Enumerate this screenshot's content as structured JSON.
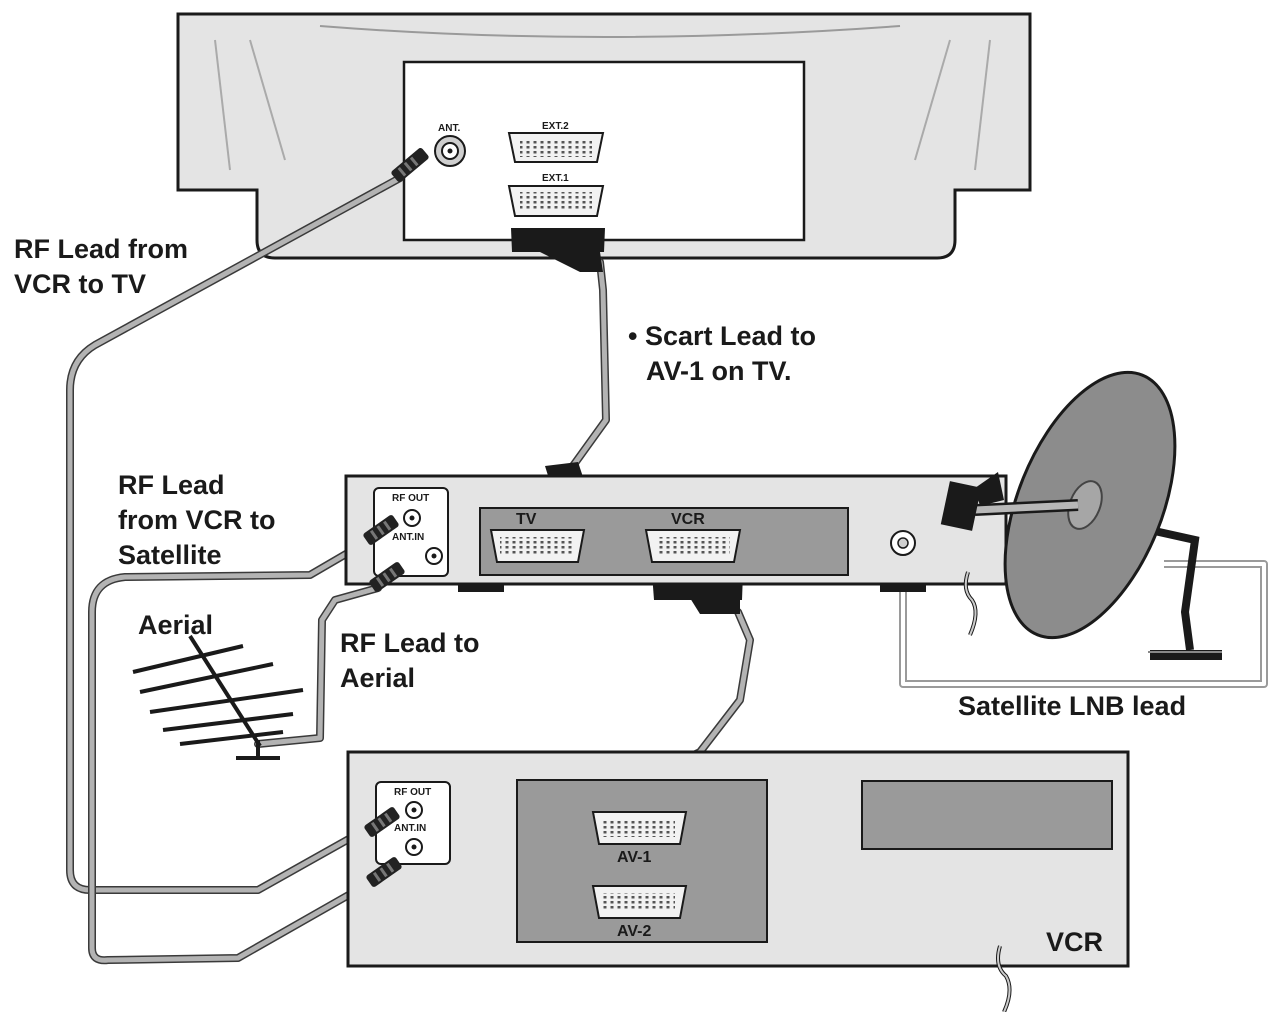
{
  "labels": {
    "rf_vcr_tv_line1": "RF Lead from",
    "rf_vcr_tv_line2": "VCR to TV",
    "scart_line1": "• Scart Lead to",
    "scart_line2": "AV-1 on TV.",
    "rf_sat_line1": "RF Lead",
    "rf_sat_line2": "from VCR to",
    "rf_sat_line3": "Satellite",
    "aerial": "Aerial",
    "rf_aerial_line1": "RF Lead to",
    "rf_aerial_line2": "Aerial",
    "lnb": "Satellite LNB lead",
    "vcr": "VCR"
  },
  "tv": {
    "ant": "ANT.",
    "ext2": "EXT.2",
    "ext1": "EXT.1"
  },
  "satellite_receiver": {
    "rf_out": "RF OUT",
    "ant_in": "ANT.IN",
    "tv": "TV",
    "vcr": "VCR"
  },
  "vcr_unit": {
    "rf_out": "RF OUT",
    "ant_in": "ANT.IN",
    "av1": "AV-1",
    "av2": "AV-2"
  }
}
